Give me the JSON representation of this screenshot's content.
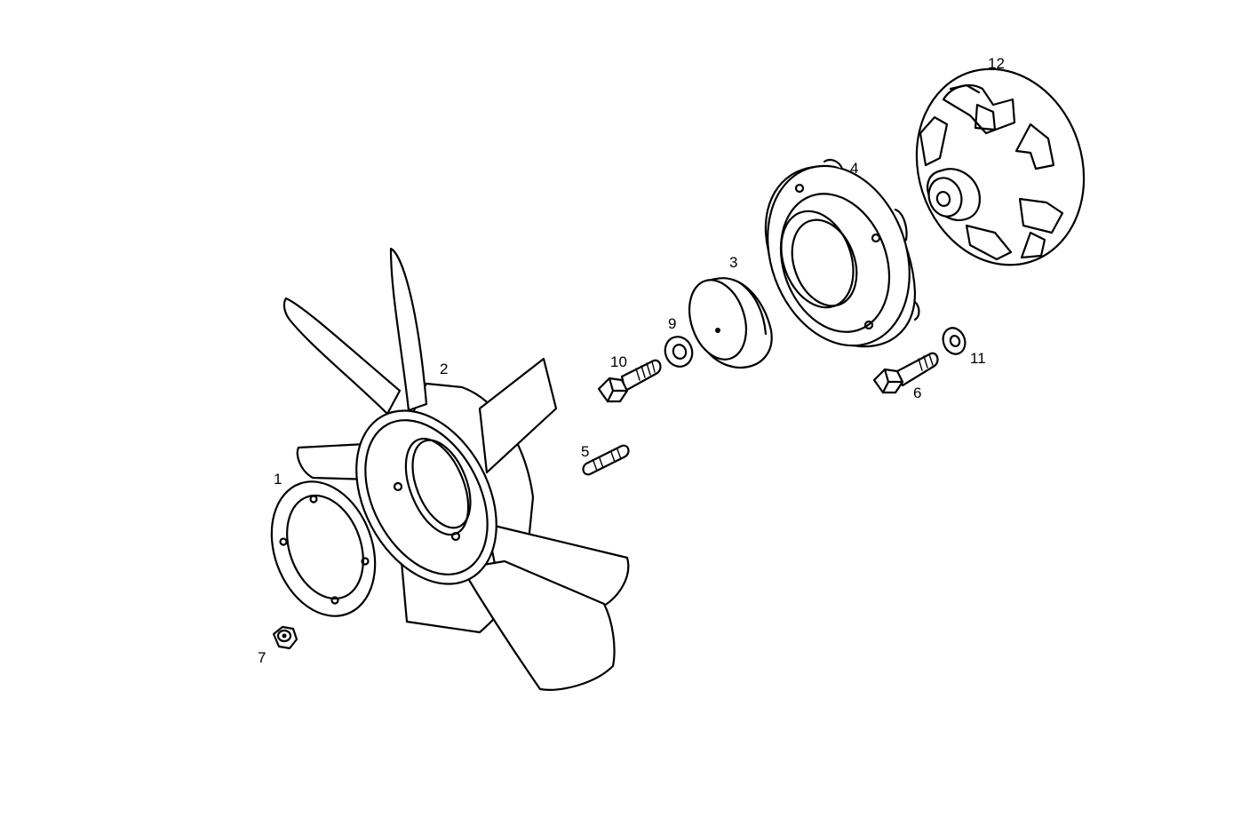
{
  "callouts": [
    {
      "id": "1",
      "part": "flange"
    },
    {
      "id": "2",
      "part": "fan"
    },
    {
      "id": "3",
      "part": "pulley-hub"
    },
    {
      "id": "4",
      "part": "viscous-housing"
    },
    {
      "id": "5",
      "part": "stud"
    },
    {
      "id": "6",
      "part": "bolt"
    },
    {
      "id": "7",
      "part": "nut"
    },
    {
      "id": "9",
      "part": "washer"
    },
    {
      "id": "10",
      "part": "bolt"
    },
    {
      "id": "11",
      "part": "washer"
    },
    {
      "id": "12",
      "part": "viscous-cover"
    }
  ],
  "colors": {
    "line": "#000000",
    "background": "#ffffff"
  }
}
